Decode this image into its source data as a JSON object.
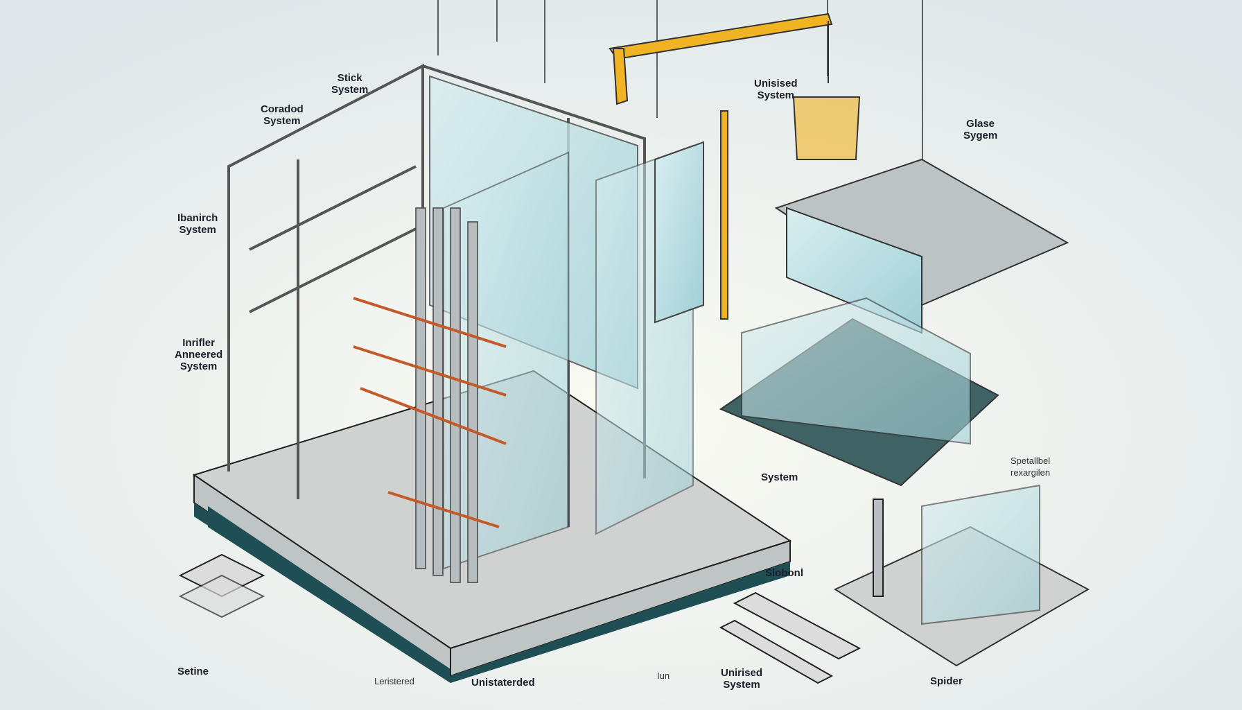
{
  "labels": {
    "stick": [
      "Stick",
      "System"
    ],
    "coraded": [
      "Coradod",
      "System"
    ],
    "ibanirch": [
      "Ibanirch",
      "System"
    ],
    "inrifor": [
      "Inrifler",
      "Anneered",
      "System"
    ],
    "unitised_top": [
      "Unisised",
      "System"
    ],
    "glase": [
      "Glase",
      "Sygem"
    ],
    "system_mid": "System",
    "specialised": [
      "Spetallbel",
      "rexargilen"
    ],
    "slobonl": "Slobonl",
    "unirsed": [
      "Unirised",
      "System"
    ],
    "spider": "Spider",
    "setine": "Setine",
    "leriseered": "Leristered",
    "unistaterded": "Unistaterded",
    "iun": "Iun"
  },
  "colors": {
    "background": "#e6ecec",
    "platform_side": "#1f4f55",
    "concrete": "#c9cccb",
    "glass": "#bfe0e4",
    "crane": "#f0b323",
    "steel": "#9aa3a6"
  }
}
